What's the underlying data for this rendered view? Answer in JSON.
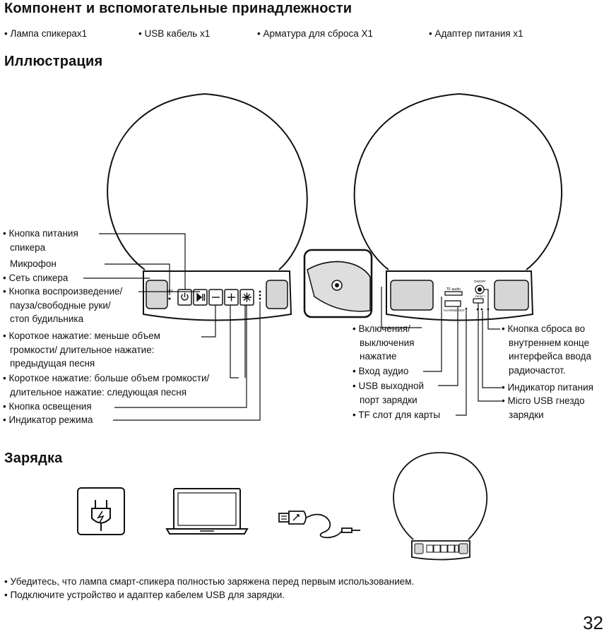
{
  "headings": {
    "components": "Компонент и вспомогательные принадлежности",
    "illustration": "Иллюстрация",
    "charging": "Зарядка"
  },
  "accessories": [
    "• Лампа спикерах1",
    "• USB кабель х1",
    "• Арматура для сброса Х1",
    "• Адаптер питания х1"
  ],
  "left_labels": {
    "power_button": [
      "• Кнопка питания",
      "спикера"
    ],
    "microphone": "Микрофон",
    "speaker_net": "• Сеть спикера",
    "play_pause": [
      "• Кнопка воспроизведение/",
      "пауза/свободные руки/",
      "стоп будильника"
    ],
    "short_press_down": [
      "• Короткое нажатие: меньше объем",
      "громкости/ длительное нажатие:",
      "предыдущая песня"
    ],
    "short_press_up": [
      "• Короткое нажатие: больше объем громкости/",
      "длительное нажатие: следующая песня"
    ],
    "light_button": "• Кнопка освещения",
    "mode_indicator": "• Индикатор режима"
  },
  "middle_labels": {
    "on_off": [
      "• Включения/",
      "выключения",
      "нажатие"
    ],
    "audio_in": "• Вход аудио",
    "usb_out": [
      "• USB выходной",
      "порт зарядки"
    ],
    "tf_slot": "• TF слот для карты"
  },
  "right_labels": {
    "reset": [
      "• Кнопка сброса во",
      "внутреннем конце",
      "интерфейса ввода",
      "радиочастот."
    ],
    "power_indicator": "• Индикатор питания",
    "micro_usb": [
      "• Micro USB гнездо",
      "зарядки"
    ]
  },
  "device_marks": {
    "mic_text": "MIC",
    "tf_audio": "TF audio",
    "charge_out": "CHARGE OUT",
    "on_off": "ON/OFF",
    "reset": "RESET"
  },
  "notes": [
    "• Убедитесь, что лампа смарт-спикера полностью заряжена перед первым использованием.",
    "• Подключите устройство и адаптер кабелем USB для зарядки."
  ],
  "page_number": "32"
}
